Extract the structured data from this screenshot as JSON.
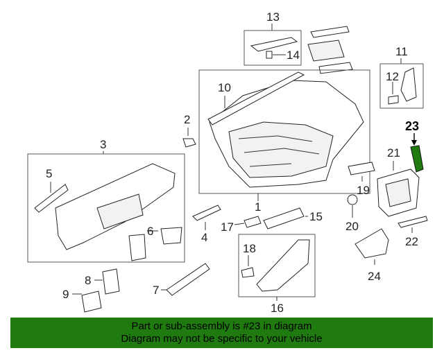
{
  "callouts": {
    "n1": "1",
    "n2": "2",
    "n3": "3",
    "n4": "4",
    "n5": "5",
    "n6": "6",
    "n7": "7",
    "n8": "8",
    "n9": "9",
    "n10": "10",
    "n11": "11",
    "n12": "12",
    "n13": "13",
    "n14": "14",
    "n15": "15",
    "n16": "16",
    "n17": "17",
    "n18": "18",
    "n19": "19",
    "n20": "20",
    "n21": "21",
    "n22": "22",
    "n23": "23",
    "n24": "24"
  },
  "highlight": {
    "part": "23",
    "color": "#1f7a10"
  },
  "banner": {
    "line1": "Part or sub-assembly is #23 in diagram",
    "line2": "Diagram may not be specific to your vehicle",
    "background": "#1f7a10"
  }
}
